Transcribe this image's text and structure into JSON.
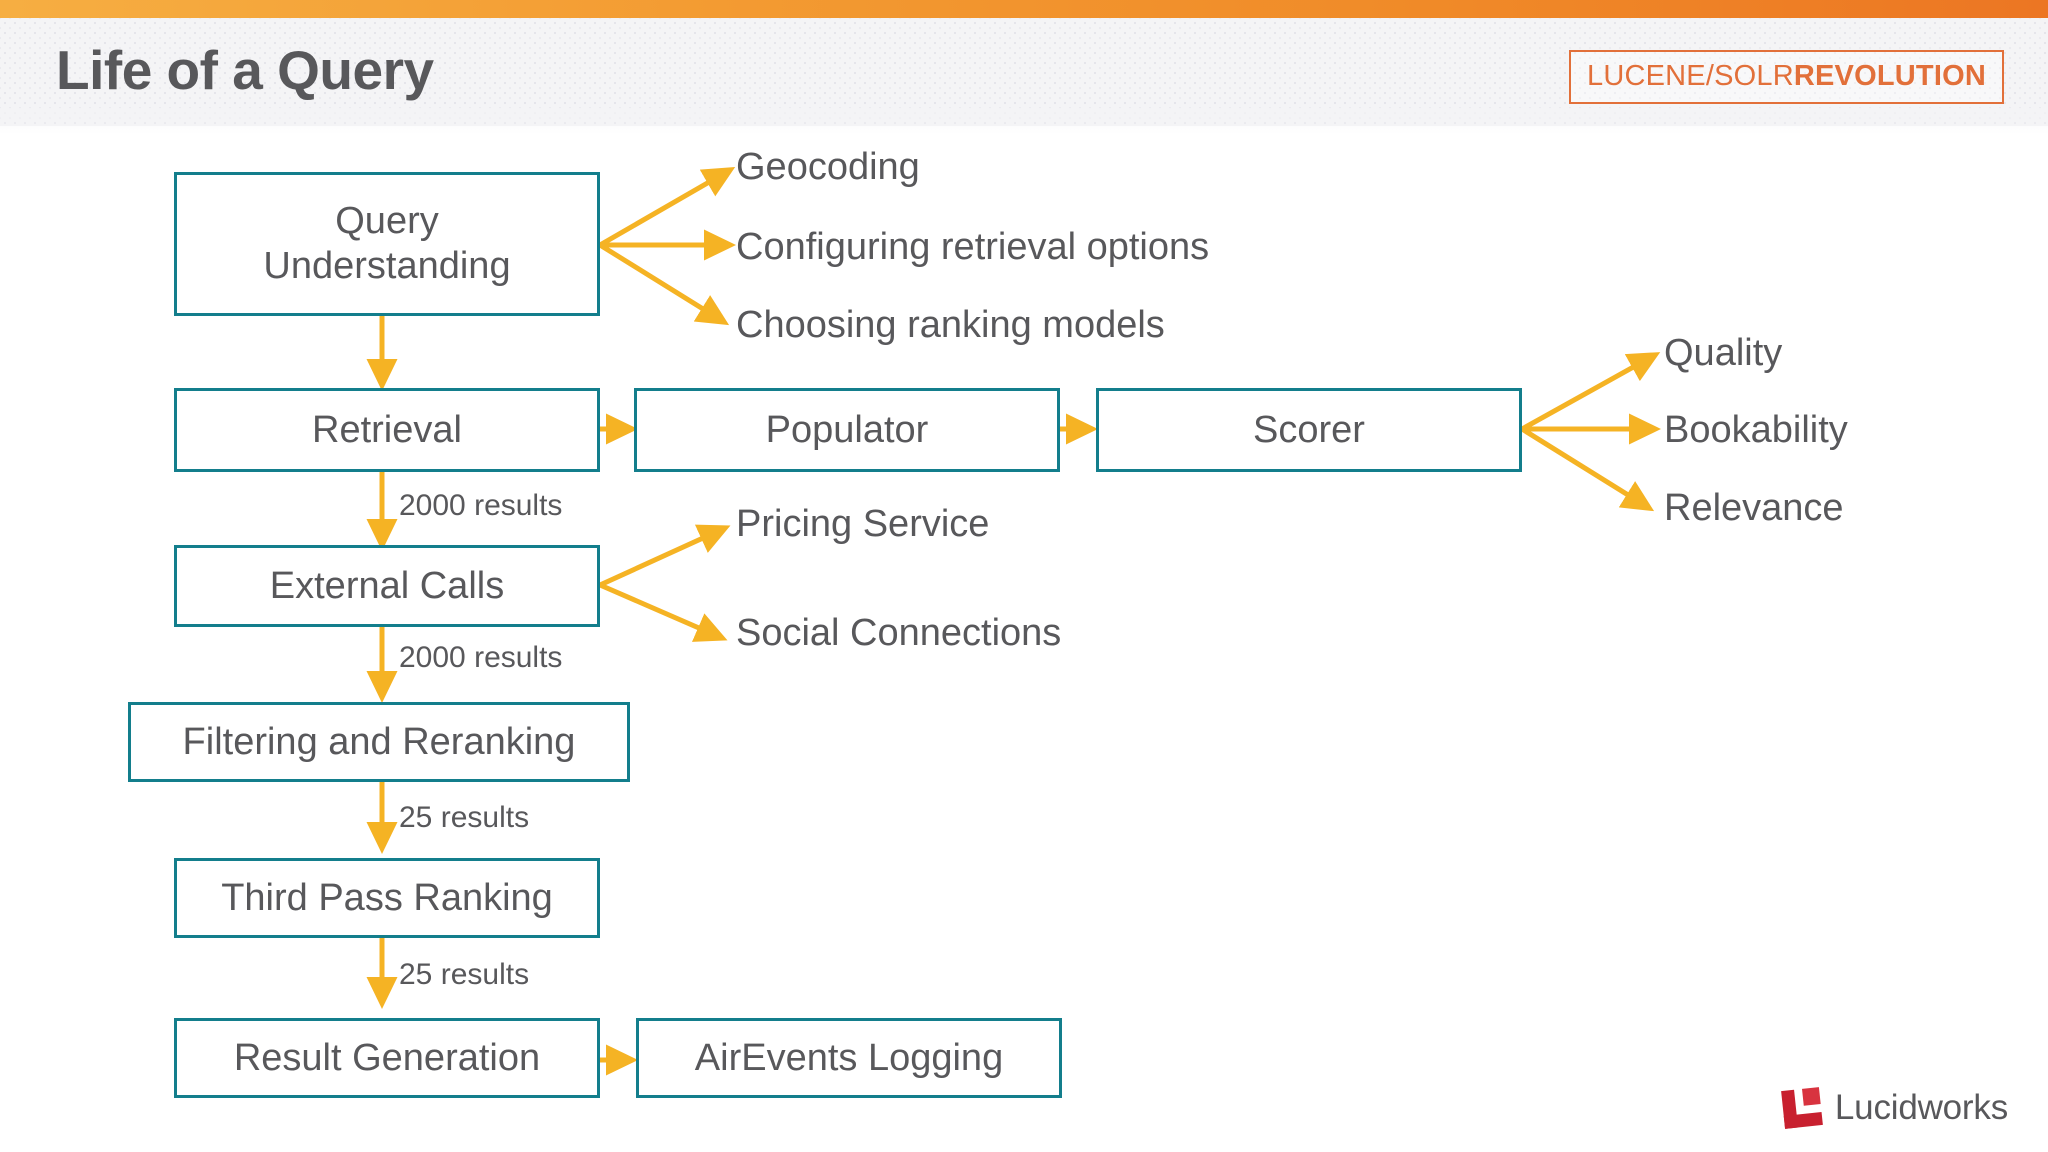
{
  "header": {
    "title": "Life of a Query",
    "conference_logo": {
      "light_text": "LUCENE/SOLR",
      "bold_text": "REVOLUTION"
    },
    "accent_orange": "#EC7623",
    "logo_border": "#E2703A"
  },
  "theme": {
    "box_border": "#137E8C",
    "arrow": "#F5B324",
    "text": "#58585B",
    "background": "#FFFFFF"
  },
  "diagram": {
    "nodes": [
      {
        "id": "query-understanding",
        "label": "Query\nUnderstanding"
      },
      {
        "id": "retrieval",
        "label": "Retrieval"
      },
      {
        "id": "populator",
        "label": "Populator"
      },
      {
        "id": "scorer",
        "label": "Scorer"
      },
      {
        "id": "external-calls",
        "label": "External Calls"
      },
      {
        "id": "filtering-and-reranking",
        "label": "Filtering and Reranking"
      },
      {
        "id": "third-pass-ranking",
        "label": "Third Pass Ranking"
      },
      {
        "id": "result-generation",
        "label": "Result Generation"
      },
      {
        "id": "airevents-logging",
        "label": "AirEvents Logging"
      }
    ],
    "branch_labels": [
      {
        "id": "geocoding",
        "label": "Geocoding"
      },
      {
        "id": "configuring-retrieval-options",
        "label": "Configuring retrieval options"
      },
      {
        "id": "choosing-ranking-models",
        "label": "Choosing ranking models"
      },
      {
        "id": "quality",
        "label": "Quality"
      },
      {
        "id": "bookability",
        "label": "Bookability"
      },
      {
        "id": "relevance",
        "label": "Relevance"
      },
      {
        "id": "pricing-service",
        "label": "Pricing Service"
      },
      {
        "id": "social-connections",
        "label": "Social Connections"
      }
    ],
    "edge_labels": [
      {
        "id": "retrieval-to-external",
        "label": "2000 results"
      },
      {
        "id": "external-to-filtering",
        "label": "2000 results"
      },
      {
        "id": "filtering-to-third-pass",
        "label": "25 results"
      },
      {
        "id": "third-pass-to-result",
        "label": "25 results"
      }
    ]
  },
  "footer": {
    "company": "Lucidworks",
    "mark_color": "#C8202F"
  }
}
